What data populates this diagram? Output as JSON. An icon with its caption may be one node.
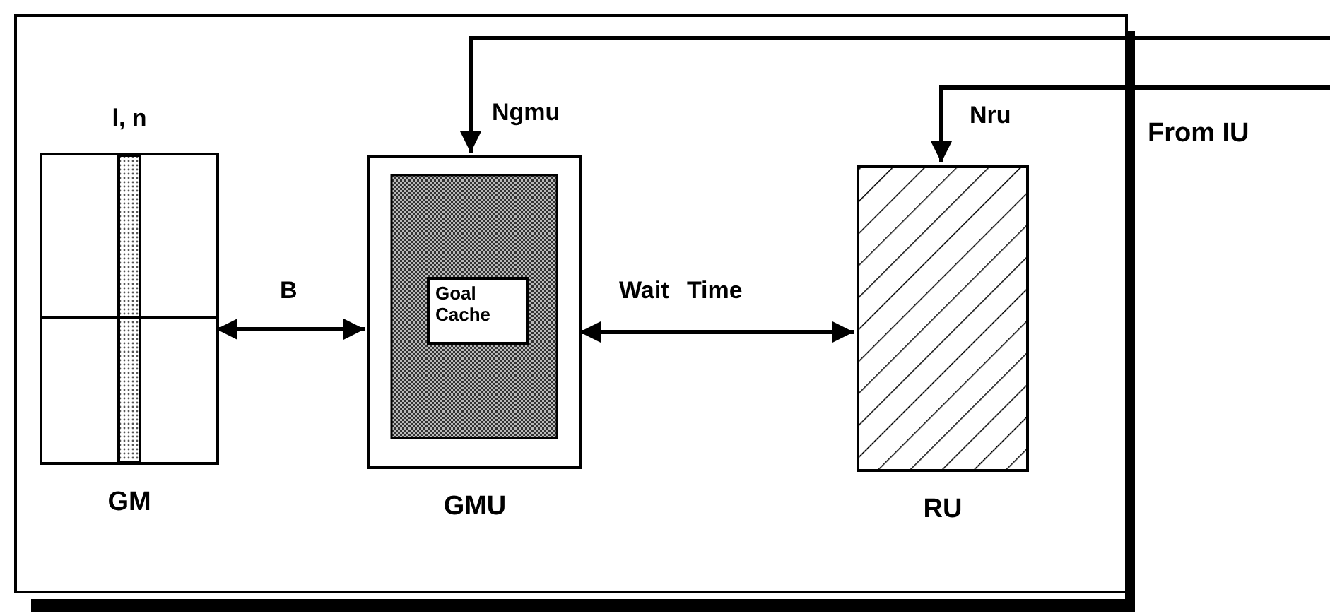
{
  "diagram": {
    "nodes": [
      {
        "text": [],
        "shape": "box"
      },
      {
        "text": [
          "GM"
        ],
        "beside": [
          "l, n"
        ],
        "in": 0
      },
      {
        "text": [
          "GMU"
        ],
        "in": 0
      },
      {
        "text": [
          "Goal Cache"
        ],
        "in": 2
      },
      {
        "text": [
          "RU"
        ],
        "in": 0
      }
    ],
    "edges": [
      {
        "from": 1,
        "to": 2,
        "arrow": "both",
        "label": "B"
      },
      {
        "from": 2,
        "to": 4,
        "arrow": "both",
        "label": "Wait Time"
      },
      {
        "from": null,
        "to": 2,
        "arrow": "to",
        "label": "Ngmu"
      },
      {
        "from": null,
        "to": 4,
        "arrow": "to",
        "label": "Nru"
      }
    ],
    "labels": [
      "From IU"
    ]
  }
}
